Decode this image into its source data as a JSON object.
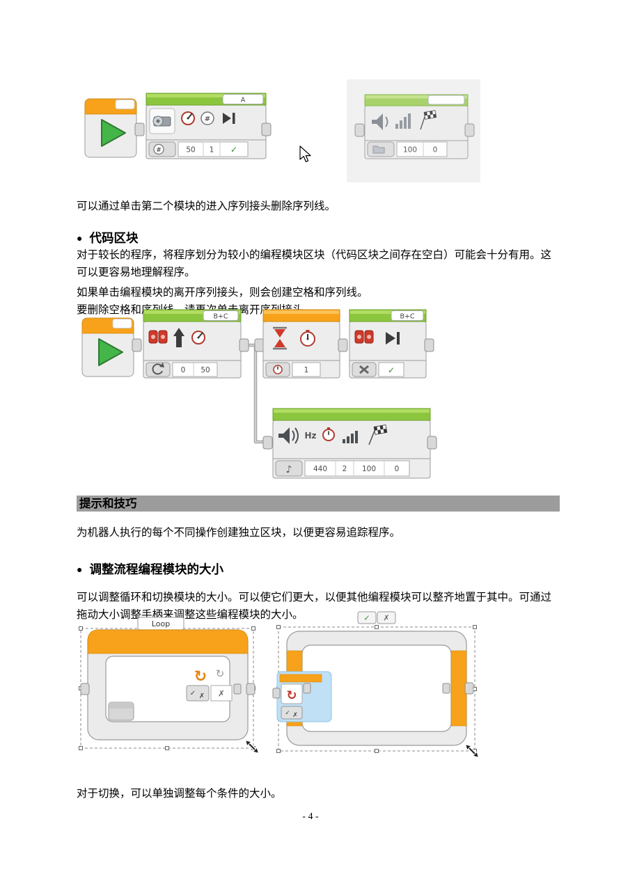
{
  "paragraphs": {
    "delete_wire": "可以通过单击第二个模块的进入序列接头删除序列线。",
    "code_blocks_1": "对于较长的程序，将程序划分为较小的编程模块区块（代码区块之间存在空白）可能会十分有用。这可以更容易地理解程序。",
    "code_blocks_2": "如果单击编程模块的离开序列接头，则会创建空格和序列线。",
    "code_blocks_3": "要删除空格和序列线，请再次单击离开序列接头。",
    "tip": "为机器人执行的每个不同操作创建独立区块，以便更容易追踪程序。",
    "resize": "可以调整循环和切换模块的大小。可以使它们更大，以便其他编程模块可以整齐地置于其中。可通过拖动大小调整手柄来调整这些编程模块的大小。",
    "switch_note": "对于切换，可以单独调整每个条件的大小。"
  },
  "headings": {
    "code_blocks": {
      "bullet": "●",
      "label": "代码区块"
    },
    "resize": {
      "bullet": "●",
      "label": "调整流程编程模块的大小"
    }
  },
  "tip_bar": {
    "label": "提示和技巧"
  },
  "footer": {
    "page_number": "- 4 -"
  },
  "figures": {
    "fig1": {
      "motor_block": {
        "port": "A",
        "speed": "50",
        "rotations": "1",
        "brake": "✓"
      },
      "sound_block": {
        "port": "",
        "volume": "100",
        "play_type": "0"
      }
    },
    "fig2": {
      "move1": {
        "port": "B+C",
        "steering": "0",
        "power": "50"
      },
      "wait1": {
        "time": "1"
      },
      "move2": {
        "port": "B+C",
        "brake": "✓"
      },
      "sound": {
        "unit": "Hz",
        "frequency": "440",
        "duration": "2",
        "volume": "100",
        "play_type": "0"
      }
    },
    "fig3": {
      "loop_label": "Loop",
      "btn_ok": "✓",
      "btn_cancel": "✗",
      "mode_check": "✓",
      "mode_cross": "✗",
      "x_value": "✗"
    }
  },
  "icons": {
    "hash": "#",
    "note": "♪",
    "loop_arrow": "↻"
  },
  "colors": {
    "action_green": "#8CC63F",
    "flow_orange": "#F7A21A",
    "selection_blue": "#BFE0F5",
    "tip_bar_gray": "#9C9C9C",
    "wire_gray": "#A8A8A8",
    "motor_red": "#CF3A2B"
  }
}
